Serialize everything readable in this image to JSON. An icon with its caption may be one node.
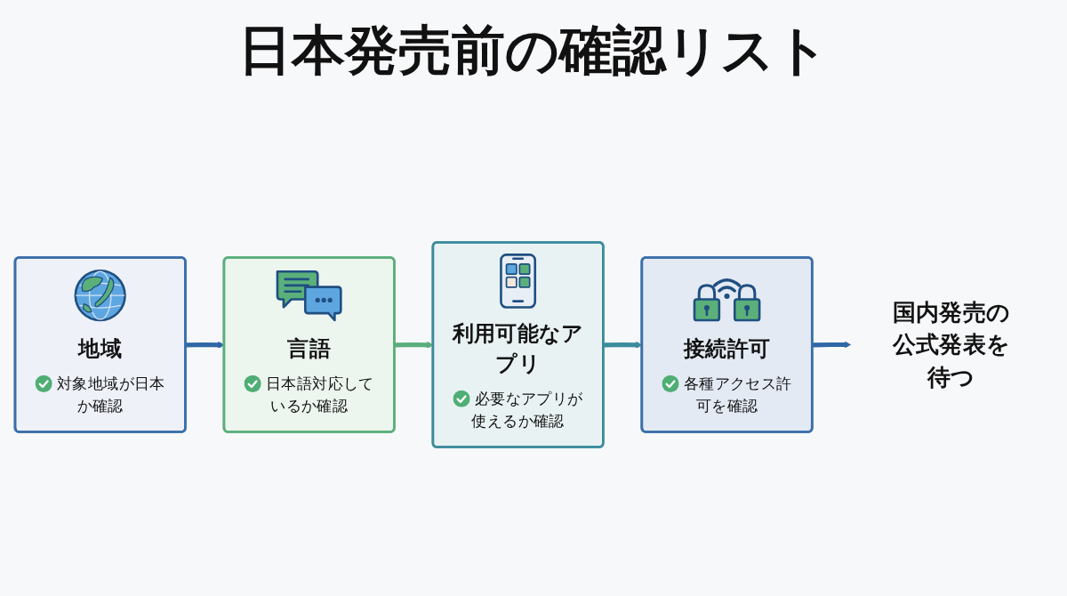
{
  "diagram": {
    "title": "日本発売前の確認リスト",
    "nodes": [
      {
        "text": [
          "地域",
          "対象地域が日本か確認"
        ]
      },
      {
        "text": [
          "言語",
          "日本語対応しているか確認"
        ]
      },
      {
        "text": [
          "利用可能なアプリ",
          "必要なアプリが使えるか確認"
        ]
      },
      {
        "text": [
          "接続許可",
          "各種アクセス許可を確認"
        ]
      },
      {
        "text": [
          "国内発売の公式発表を待つ"
        ]
      }
    ],
    "edges": [
      {
        "from": 0,
        "to": 1,
        "arrow": "to"
      },
      {
        "from": 1,
        "to": 2,
        "arrow": "to",
        "color": "#5aae7c"
      },
      {
        "from": 2,
        "to": 3,
        "arrow": "to",
        "color": "#3b8c9c"
      },
      {
        "from": 3,
        "to": 4,
        "arrow": "to"
      }
    ]
  }
}
